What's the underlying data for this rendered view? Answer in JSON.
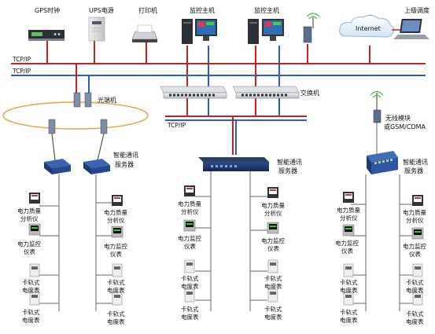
{
  "top_devices": {
    "gps": "GPS时钟",
    "ups": "UPS电源",
    "printer": "打印机",
    "monitor1": "监控主机",
    "monitor2": "监控主机",
    "remote": "上级调度"
  },
  "network": {
    "tcpip_top1": "TCP/IP",
    "tcpip_top2": "TCP/IP",
    "tcpip_mid": "TCP/IP",
    "switch": "交换机",
    "optical": "光端机",
    "internet": "Internet"
  },
  "wireless": {
    "line1": "无线模块",
    "line2": "或GSM/CDMA"
  },
  "comm_server": {
    "left_line1": "智能通讯",
    "left_line2": "服务器",
    "mid_line1": "智能通讯",
    "mid_line2": "服务器",
    "right_line1": "智能通讯",
    "right_line2": "服务器"
  },
  "meters": {
    "pq_line1": "电力质量",
    "pq_line2": "分析仪",
    "pm_line1": "电力监控",
    "pm_line2": "仪表",
    "din_line1": "卡轨式",
    "din_line2": "电度表"
  },
  "colors": {
    "red_bus": "#cc1f1f",
    "blue_bus": "#2b5fb8",
    "ring": "#e8a23a",
    "dark_device": "#1f2c44"
  }
}
